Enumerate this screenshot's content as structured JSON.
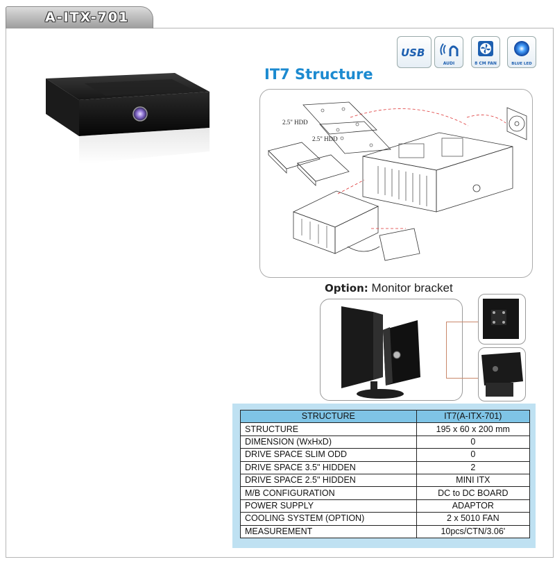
{
  "header": {
    "model": "A-ITX-701"
  },
  "features": [
    {
      "icon": "usb-icon",
      "label": "USB"
    },
    {
      "icon": "audio-icon",
      "label": "AUDI"
    },
    {
      "icon": "fan-icon",
      "label": "8 CM FAN"
    },
    {
      "icon": "blue-led-icon",
      "label": "BLUE LED"
    }
  ],
  "structure": {
    "title": "IT7 Structure",
    "callouts": [
      "2.5\" HDD",
      "2.5\" HDD"
    ]
  },
  "option": {
    "label": "Option:",
    "text": "Monitor bracket"
  },
  "spec_table": {
    "headers": [
      "STRUCTURE",
      "IT7(A-ITX-701)"
    ],
    "rows": [
      [
        "STRUCTURE",
        "195 x 60 x 200 mm"
      ],
      [
        "DIMENSION (WxHxD)",
        "0"
      ],
      [
        "DRIVE SPACE SLIM ODD",
        "0"
      ],
      [
        "DRIVE SPACE 3.5\" HIDDEN",
        "2"
      ],
      [
        "DRIVE SPACE 2.5\" HIDDEN",
        "MINI ITX"
      ],
      [
        "M/B CONFIGURATION",
        "DC to DC BOARD"
      ],
      [
        "POWER SUPPLY",
        "ADAPTOR"
      ],
      [
        "COOLING SYSTEM (OPTION)",
        "2 x 5010 FAN"
      ],
      [
        "MEASUREMENT",
        "10pcs/CTN/3.06'"
      ]
    ]
  }
}
